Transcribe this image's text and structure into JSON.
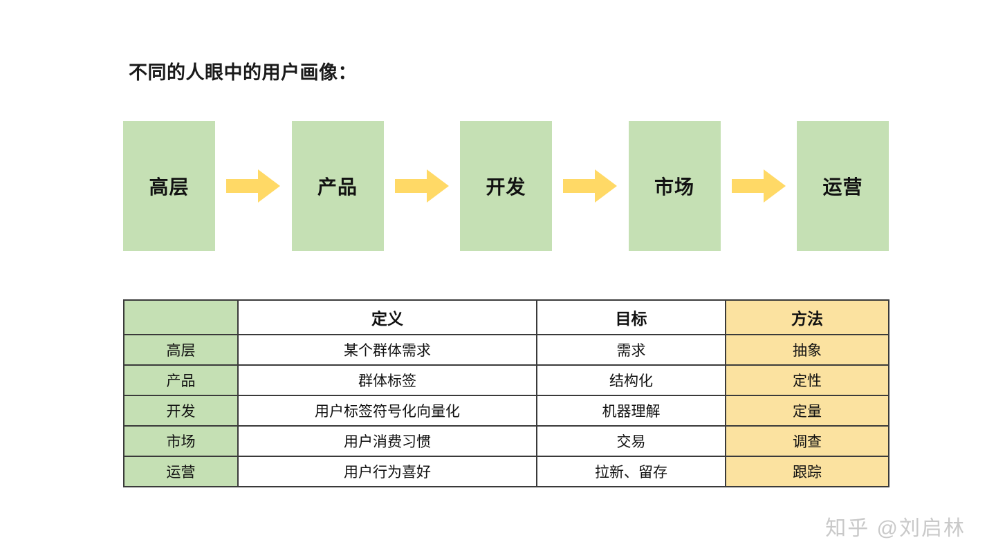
{
  "slide": {
    "title": "不同的人眼中的用户画像：",
    "background": "#ffffff"
  },
  "colors": {
    "green_fill": "#c5e0b4",
    "yellow_fill": "#fbe2a0",
    "arrow_fill": "#ffd966",
    "border": "#3a3a3a",
    "text": "#111111",
    "watermark": "#c9c9c9"
  },
  "flow": {
    "arrow_icon": "right-arrow-icon",
    "steps": [
      {
        "label": "高层"
      },
      {
        "label": "产品"
      },
      {
        "label": "开发"
      },
      {
        "label": "市场"
      },
      {
        "label": "运营"
      }
    ]
  },
  "matrix": {
    "headers": [
      "",
      "定义",
      "目标",
      "方法"
    ],
    "rows": [
      {
        "role": "高层",
        "definition": "某个群体需求",
        "goal": "需求",
        "method": "抽象"
      },
      {
        "role": "产品",
        "definition": "群体标签",
        "goal": "结构化",
        "method": "定性"
      },
      {
        "role": "开发",
        "definition": "用户标签符号化向量化",
        "goal": "机器理解",
        "method": "定量"
      },
      {
        "role": "市场",
        "definition": "用户消费习惯",
        "goal": "交易",
        "method": "调查"
      },
      {
        "role": "运营",
        "definition": "用户行为喜好",
        "goal": "拉新、留存",
        "method": "跟踪"
      }
    ]
  },
  "watermark": {
    "text": "知乎 @刘启林"
  }
}
